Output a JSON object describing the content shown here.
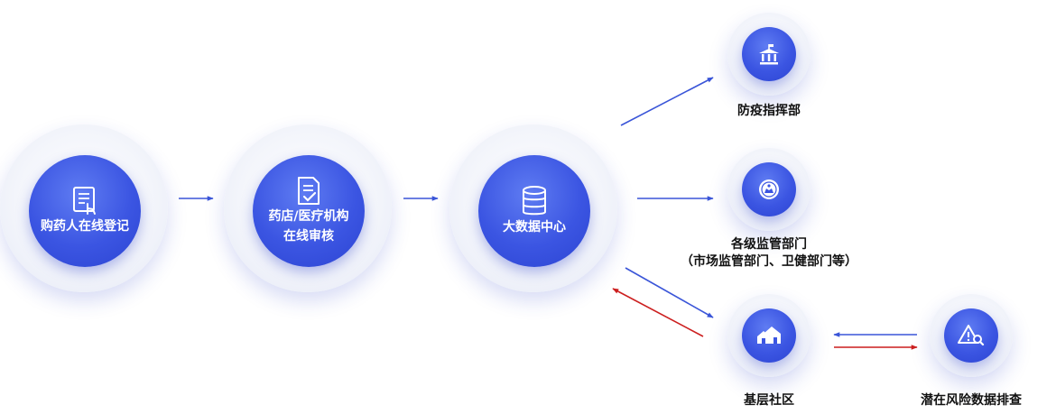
{
  "nodes": {
    "register": {
      "label": "购药人在线登记"
    },
    "review": {
      "line1": "药店/医疗机构",
      "line2": "在线审核"
    },
    "datacenter": {
      "label": "大数据中心"
    },
    "epidemic": {
      "label": "防疫指挥部"
    },
    "regulators": {
      "line1": "各级监管部门",
      "line2": "（市场监管部门、卫健部门等）"
    },
    "community": {
      "label": "基层社区"
    },
    "screening": {
      "label": "潜在风险数据排查"
    }
  },
  "colors": {
    "blue_arrow": "#3a55d8",
    "red_arrow": "#cc1f1f",
    "node_core": "#3b55e2"
  },
  "icons": {
    "register": "tablet-touch-icon",
    "review": "document-check-icon",
    "datacenter": "database-icon",
    "epidemic": "government-building-icon",
    "regulators": "emblem-icon",
    "community": "houses-icon",
    "screening": "warning-search-icon"
  }
}
